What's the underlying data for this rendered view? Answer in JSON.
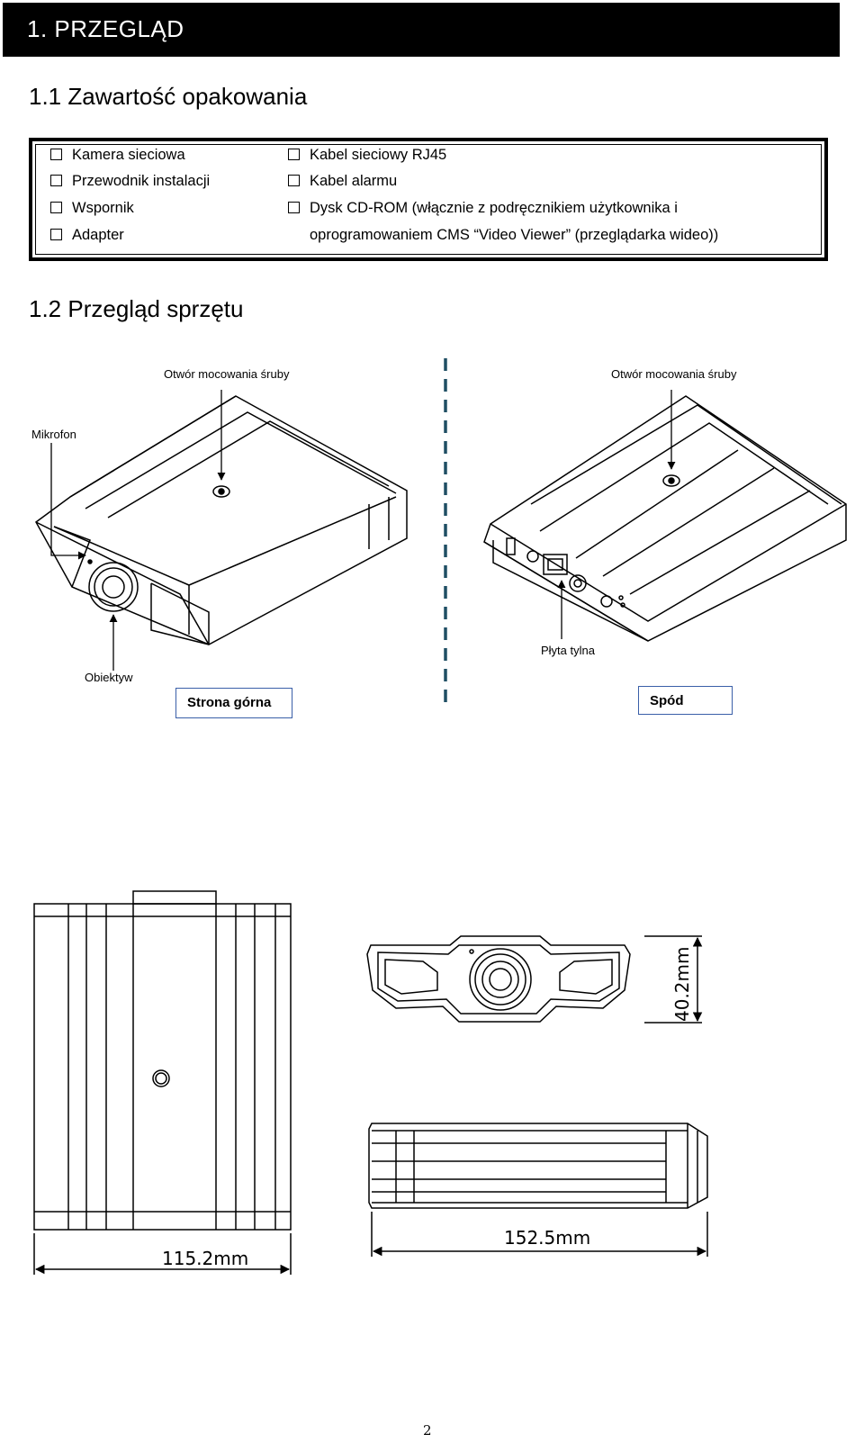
{
  "header": {
    "title": "1.  PRZEGLĄD"
  },
  "section1": {
    "heading": "1.1 Zawartość opakowania",
    "left_items": [
      "Kamera sieciowa",
      "Przewodnik instalacji",
      "Wspornik",
      "Adapter"
    ],
    "right_items": [
      "Kabel sieciowy RJ45",
      "Kabel alarmu",
      "Dysk CD-ROM (włącznie z podręcznikiem użytkownika i"
    ],
    "right_continuation": "oprogramowaniem CMS “Video Viewer” (przeglądarka wideo))"
  },
  "section2": {
    "heading": "1.2 Przegląd sprzętu",
    "labels": {
      "screw_hole_left": "Otwór mocowania śruby",
      "screw_hole_right": "Otwór mocowania śruby",
      "microphone": "Mikrofon",
      "lens": "Obiektyw",
      "back_panel": "Płyta tylna",
      "top_view": "Strona górna",
      "bottom_view": "Spód"
    }
  },
  "dimensions": {
    "width": "115.2mm",
    "length": "152.5mm",
    "height": "40.2mm"
  },
  "page_number": "2"
}
